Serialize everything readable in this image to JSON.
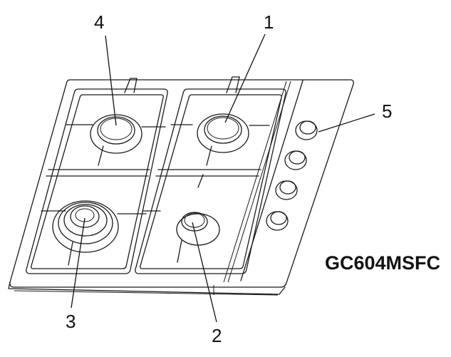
{
  "diagram": {
    "model": "GC604MSFC",
    "callouts": [
      {
        "id": "1",
        "label": "1"
      },
      {
        "id": "2",
        "label": "2"
      },
      {
        "id": "3",
        "label": "3"
      },
      {
        "id": "4",
        "label": "4"
      },
      {
        "id": "5",
        "label": "5"
      }
    ]
  }
}
